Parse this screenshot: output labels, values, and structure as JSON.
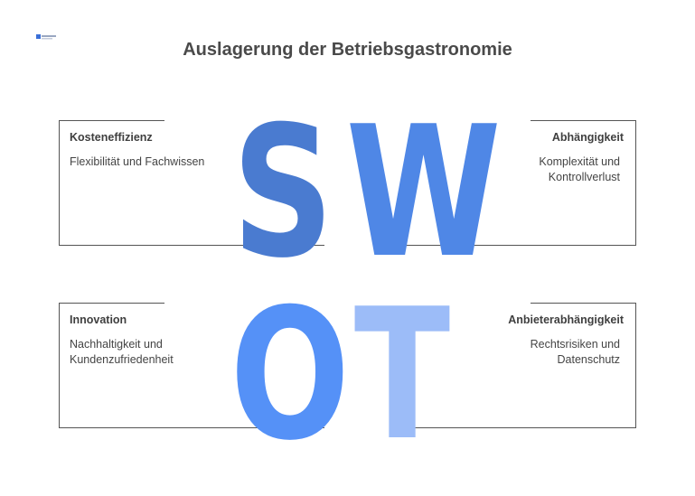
{
  "title": "Auslagerung der Betriebsgastronomie",
  "logo": {
    "icon": "brand-logo-icon"
  },
  "swot": [
    {
      "letter": "S",
      "heading": "Kosteneffizienz",
      "text": "Flexibilität und Fachwissen",
      "color": "#4a7bd0"
    },
    {
      "letter": "W",
      "heading": "Abhängigkeit",
      "text": "Komplexität und Kontrollverlust",
      "color": "#4f87e6"
    },
    {
      "letter": "O",
      "heading": "Innovation",
      "text": "Nachhaltigkeit und Kundenzufriedenheit",
      "color": "#5591f7"
    },
    {
      "letter": "T",
      "heading": "Anbieterabhängigkeit",
      "text": "Rechtsrisiken und Datenschutz",
      "color": "#9cbcf8"
    }
  ]
}
